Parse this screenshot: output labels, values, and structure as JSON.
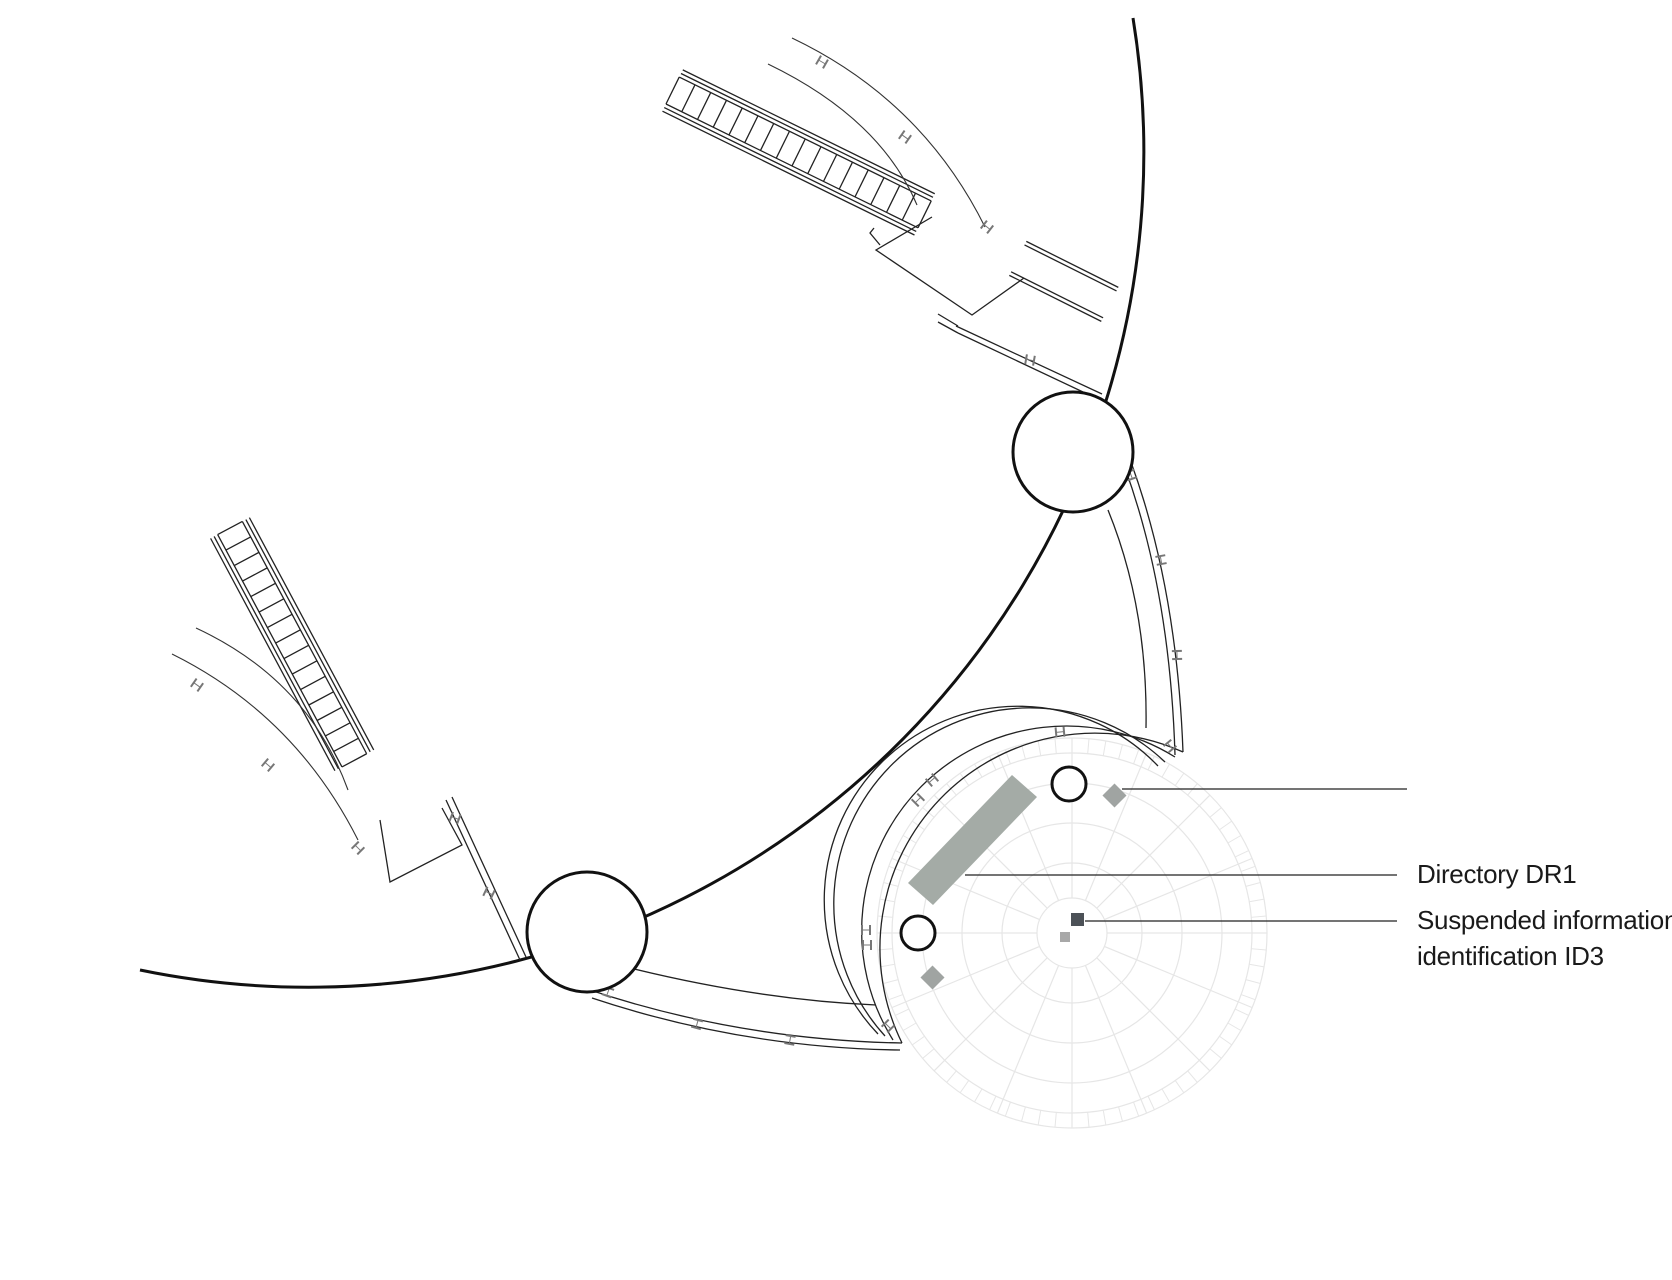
{
  "labels": {
    "directory": "Directory DR1",
    "suspended_line1": "Suspended information",
    "suspended_line2": "identification ID3"
  },
  "colors": {
    "line": "#111111",
    "thin_line": "#333333",
    "grid": "#e6e6e6",
    "directory_fill": "#a4aba6",
    "sign_fill": "#a0a4a2",
    "suspended_sign_fill": "#4c5157",
    "suspended_point_fill": "#a8a8a8",
    "tick": "#777777"
  }
}
